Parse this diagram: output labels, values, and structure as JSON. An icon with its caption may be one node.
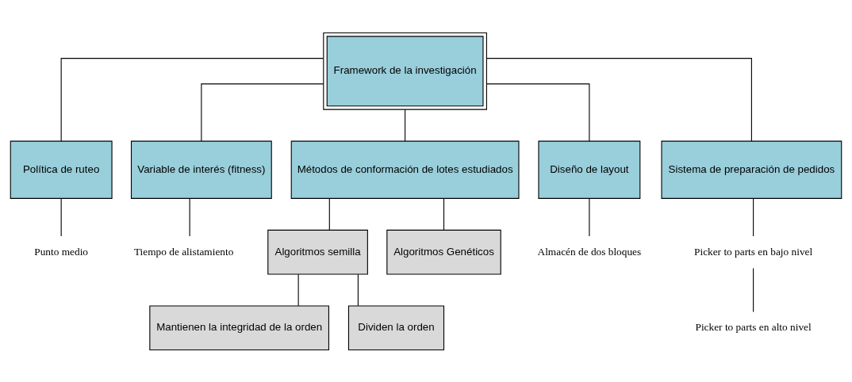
{
  "diagram": {
    "nodes": [
      {
        "text": [
          "Framework de la investigación"
        ]
      },
      {
        "text": [
          "Política de ruteo"
        ]
      },
      {
        "text": [
          "Variable de interés (fitness)"
        ]
      },
      {
        "text": [
          "Métodos de conformación de lotes estudiados"
        ]
      },
      {
        "text": [
          "Diseño de layout"
        ]
      },
      {
        "text": [
          "Sistema de preparación de pedidos"
        ]
      },
      {
        "text": [
          "Punto medio"
        ]
      },
      {
        "text": [
          "Tiempo de alistamiento"
        ]
      },
      {
        "text": [
          "Algoritmos semilla"
        ]
      },
      {
        "text": [
          "Algoritmos Genéticos"
        ]
      },
      {
        "text": [
          "Almacén de dos bloques"
        ]
      },
      {
        "text": [
          "Picker to parts en bajo nivel"
        ]
      },
      {
        "text": [
          "Picker to parts en alto nivel"
        ]
      },
      {
        "text": [
          "Mantienen la integridad de la orden"
        ]
      },
      {
        "text": [
          "Dividen la orden"
        ]
      }
    ],
    "edges": [
      {
        "from": 0,
        "to": 1,
        "arrow": "none"
      },
      {
        "from": 0,
        "to": 2,
        "arrow": "none"
      },
      {
        "from": 0,
        "to": 3,
        "arrow": "none"
      },
      {
        "from": 0,
        "to": 4,
        "arrow": "none"
      },
      {
        "from": 0,
        "to": 5,
        "arrow": "none"
      },
      {
        "from": 1,
        "to": 6,
        "arrow": "none"
      },
      {
        "from": 2,
        "to": 7,
        "arrow": "none"
      },
      {
        "from": 3,
        "to": 8,
        "arrow": "none"
      },
      {
        "from": 3,
        "to": 9,
        "arrow": "none"
      },
      {
        "from": 4,
        "to": 10,
        "arrow": "none"
      },
      {
        "from": 5,
        "to": 11,
        "arrow": "none"
      },
      {
        "from": 11,
        "to": 12,
        "arrow": "none"
      },
      {
        "from": 8,
        "to": 13,
        "arrow": "none"
      },
      {
        "from": 8,
        "to": 14,
        "arrow": "none"
      }
    ]
  }
}
